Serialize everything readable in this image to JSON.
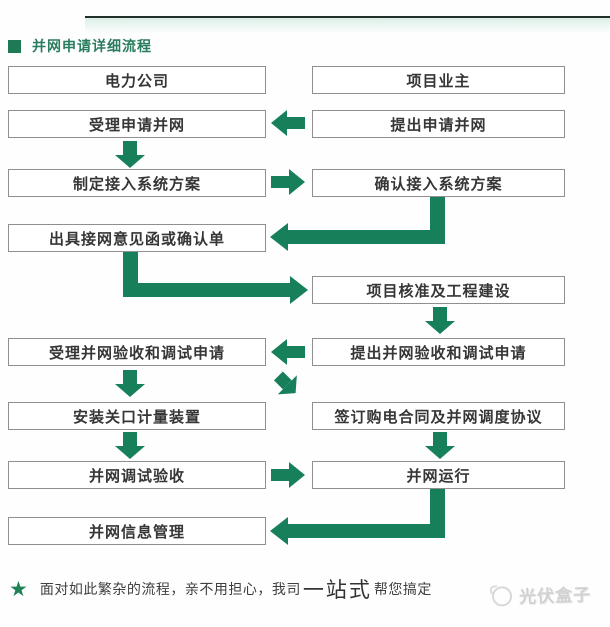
{
  "header": {
    "title": "并网申请详细流程"
  },
  "nodes": {
    "l1": "电力公司",
    "r1": "项目业主",
    "l2": "受理申请并网",
    "r2": "提出申请并网",
    "l3": "制定接入系统方案",
    "r3": "确认接入系统方案",
    "l4": "出具接网意见函或确认单",
    "r5": "项目核准及工程建设",
    "l6": "受理并网验收和调试申请",
    "r6": "提出并网验收和调试申请",
    "l7": "安装关口计量装置",
    "r7": "签订购电合同及并网调度协议",
    "l8": "并网调试验收",
    "r8": "并网运行",
    "l9": "并网信息管理"
  },
  "connections": [
    {
      "from": "r2",
      "to": "l2",
      "type": "horizontal-left"
    },
    {
      "from": "l2",
      "to": "l3",
      "type": "down"
    },
    {
      "from": "l3",
      "to": "r3",
      "type": "horizontal-right"
    },
    {
      "from": "r3",
      "to": "l4",
      "type": "elbow-down-left"
    },
    {
      "from": "l4",
      "to": "r5",
      "type": "elbow-down-right"
    },
    {
      "from": "r5",
      "to": "r6",
      "type": "down"
    },
    {
      "from": "r6",
      "to": "l6",
      "type": "horizontal-left"
    },
    {
      "from": "l6",
      "to": "l7",
      "type": "down"
    },
    {
      "from": "l6",
      "to": "r7",
      "type": "diagonal-down-right"
    },
    {
      "from": "l7",
      "to": "l8",
      "type": "down"
    },
    {
      "from": "r7",
      "to": "r8",
      "type": "down"
    },
    {
      "from": "l8",
      "to": "r8",
      "type": "horizontal-right"
    },
    {
      "from": "r8",
      "to": "l9",
      "type": "elbow-down-left"
    }
  ],
  "footer": {
    "star": "★",
    "text_before": "面对如此繁杂的流程，亲不用担心，我司",
    "highlight": "一站式",
    "text_after": "帮您搞定"
  },
  "watermark": {
    "label": "光伏盒子"
  },
  "colors": {
    "arrow_green": "#17805A",
    "title_green": "#2A7C5E",
    "title_square": "#1E7A55",
    "box_border": "#8F8F8F",
    "box_text": "#363636",
    "footer_text": "#3F3F3F",
    "watermark_gray": "#CFCFCF",
    "top_line": "#22302B"
  }
}
